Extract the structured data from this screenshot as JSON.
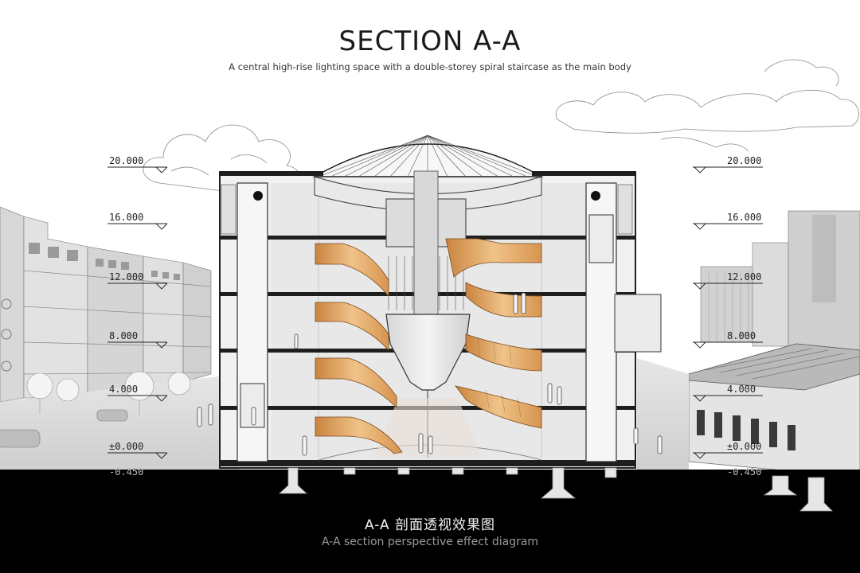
{
  "header": {
    "title": "SECTION A-A",
    "subtitle": "A central high-rise lighting space with a double-storey spiral staircase as the main body"
  },
  "caption": {
    "chinese": "A-A 剖面透视效果图",
    "english": "A-A section perspective effect diagram"
  },
  "elevations": {
    "left": [
      "20.000",
      "16.000",
      "12.000",
      "8.000",
      "4.000",
      "±0.000",
      "-0.450"
    ],
    "right": [
      "20.000",
      "16.000",
      "12.000",
      "8.000",
      "4.000",
      "±0.000",
      "-0.450"
    ]
  },
  "colors": {
    "ground": "#000000",
    "stair": "#e3a660",
    "structure": "#1e1e1e",
    "context": "#c9c9c9"
  }
}
